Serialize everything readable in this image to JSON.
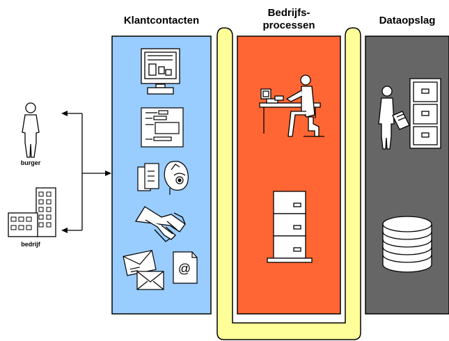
{
  "columns": {
    "klantcontacten": {
      "title": "Klantcontacten",
      "color": "#99ccff"
    },
    "bedrijfsprocessen": {
      "title_line1": "Bedrijfs-",
      "title_line2": "processen",
      "color": "#ff6633",
      "frame_color": "#ffff99"
    },
    "dataopslag": {
      "title": "Dataopslag",
      "color": "#666666"
    }
  },
  "actors": {
    "burger": {
      "label": "burger"
    },
    "bedrijf": {
      "label": "bedrijf"
    }
  },
  "channels": [
    "web-terminal",
    "form",
    "telephone",
    "handshake",
    "mail",
    "email"
  ],
  "processes": [
    "worker-at-desk",
    "server"
  ],
  "storage": [
    "filing-cabinet-with-person",
    "database"
  ],
  "email_symbol": "@"
}
